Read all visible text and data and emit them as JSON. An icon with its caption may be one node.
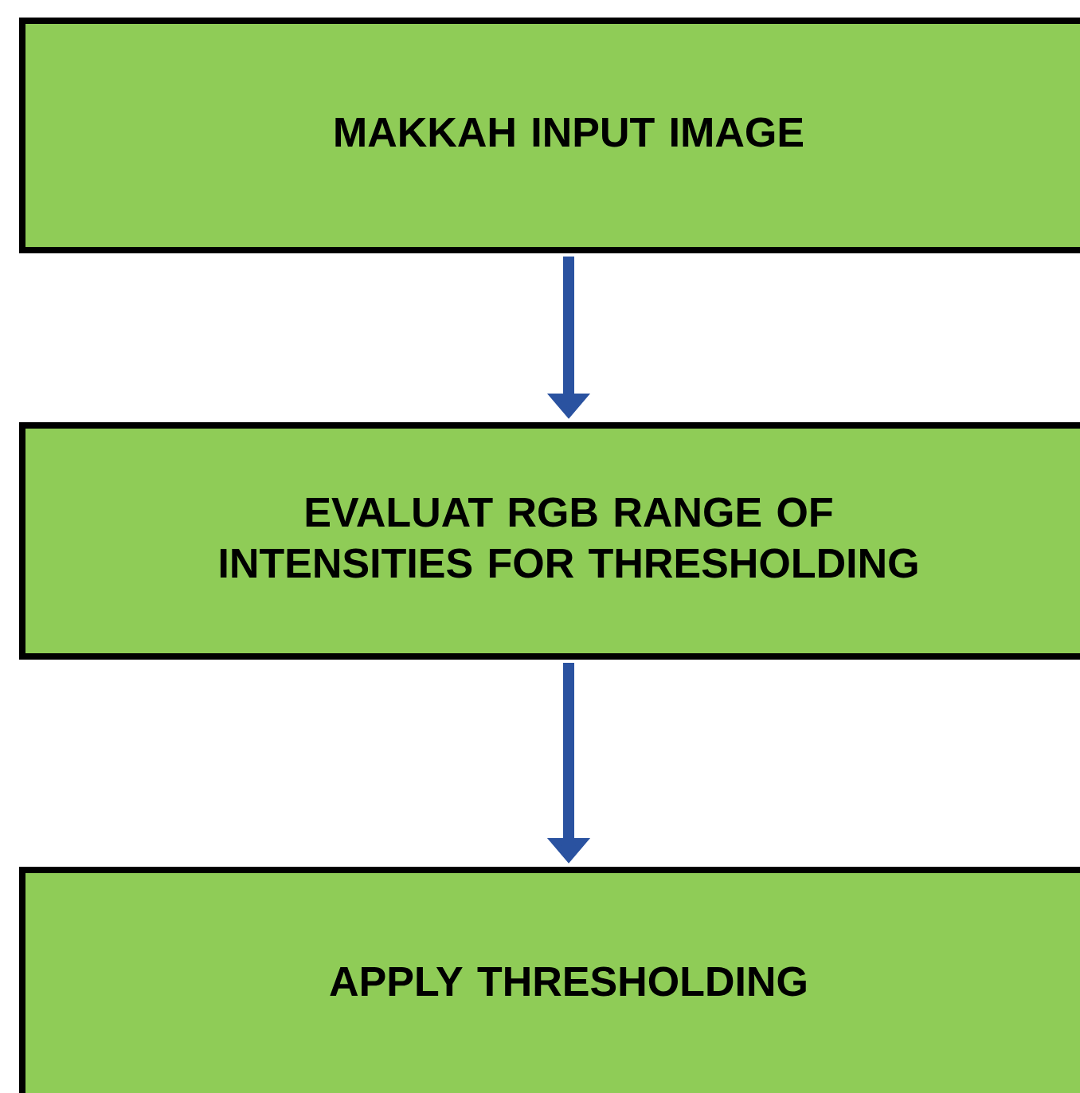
{
  "diagram": {
    "nodes": [
      {
        "text": [
          "MAKKAH INPUT IMAGE"
        ]
      },
      {
        "text": [
          "EVALUAT RGB RANGE OF INTENSITIES FOR THRESHOLDING"
        ]
      },
      {
        "text": [
          "APPLY THRESHOLDING"
        ]
      }
    ],
    "edges": [
      {
        "from": 0,
        "to": 1,
        "arrow": "to"
      },
      {
        "from": 1,
        "to": 2,
        "arrow": "to"
      }
    ]
  }
}
